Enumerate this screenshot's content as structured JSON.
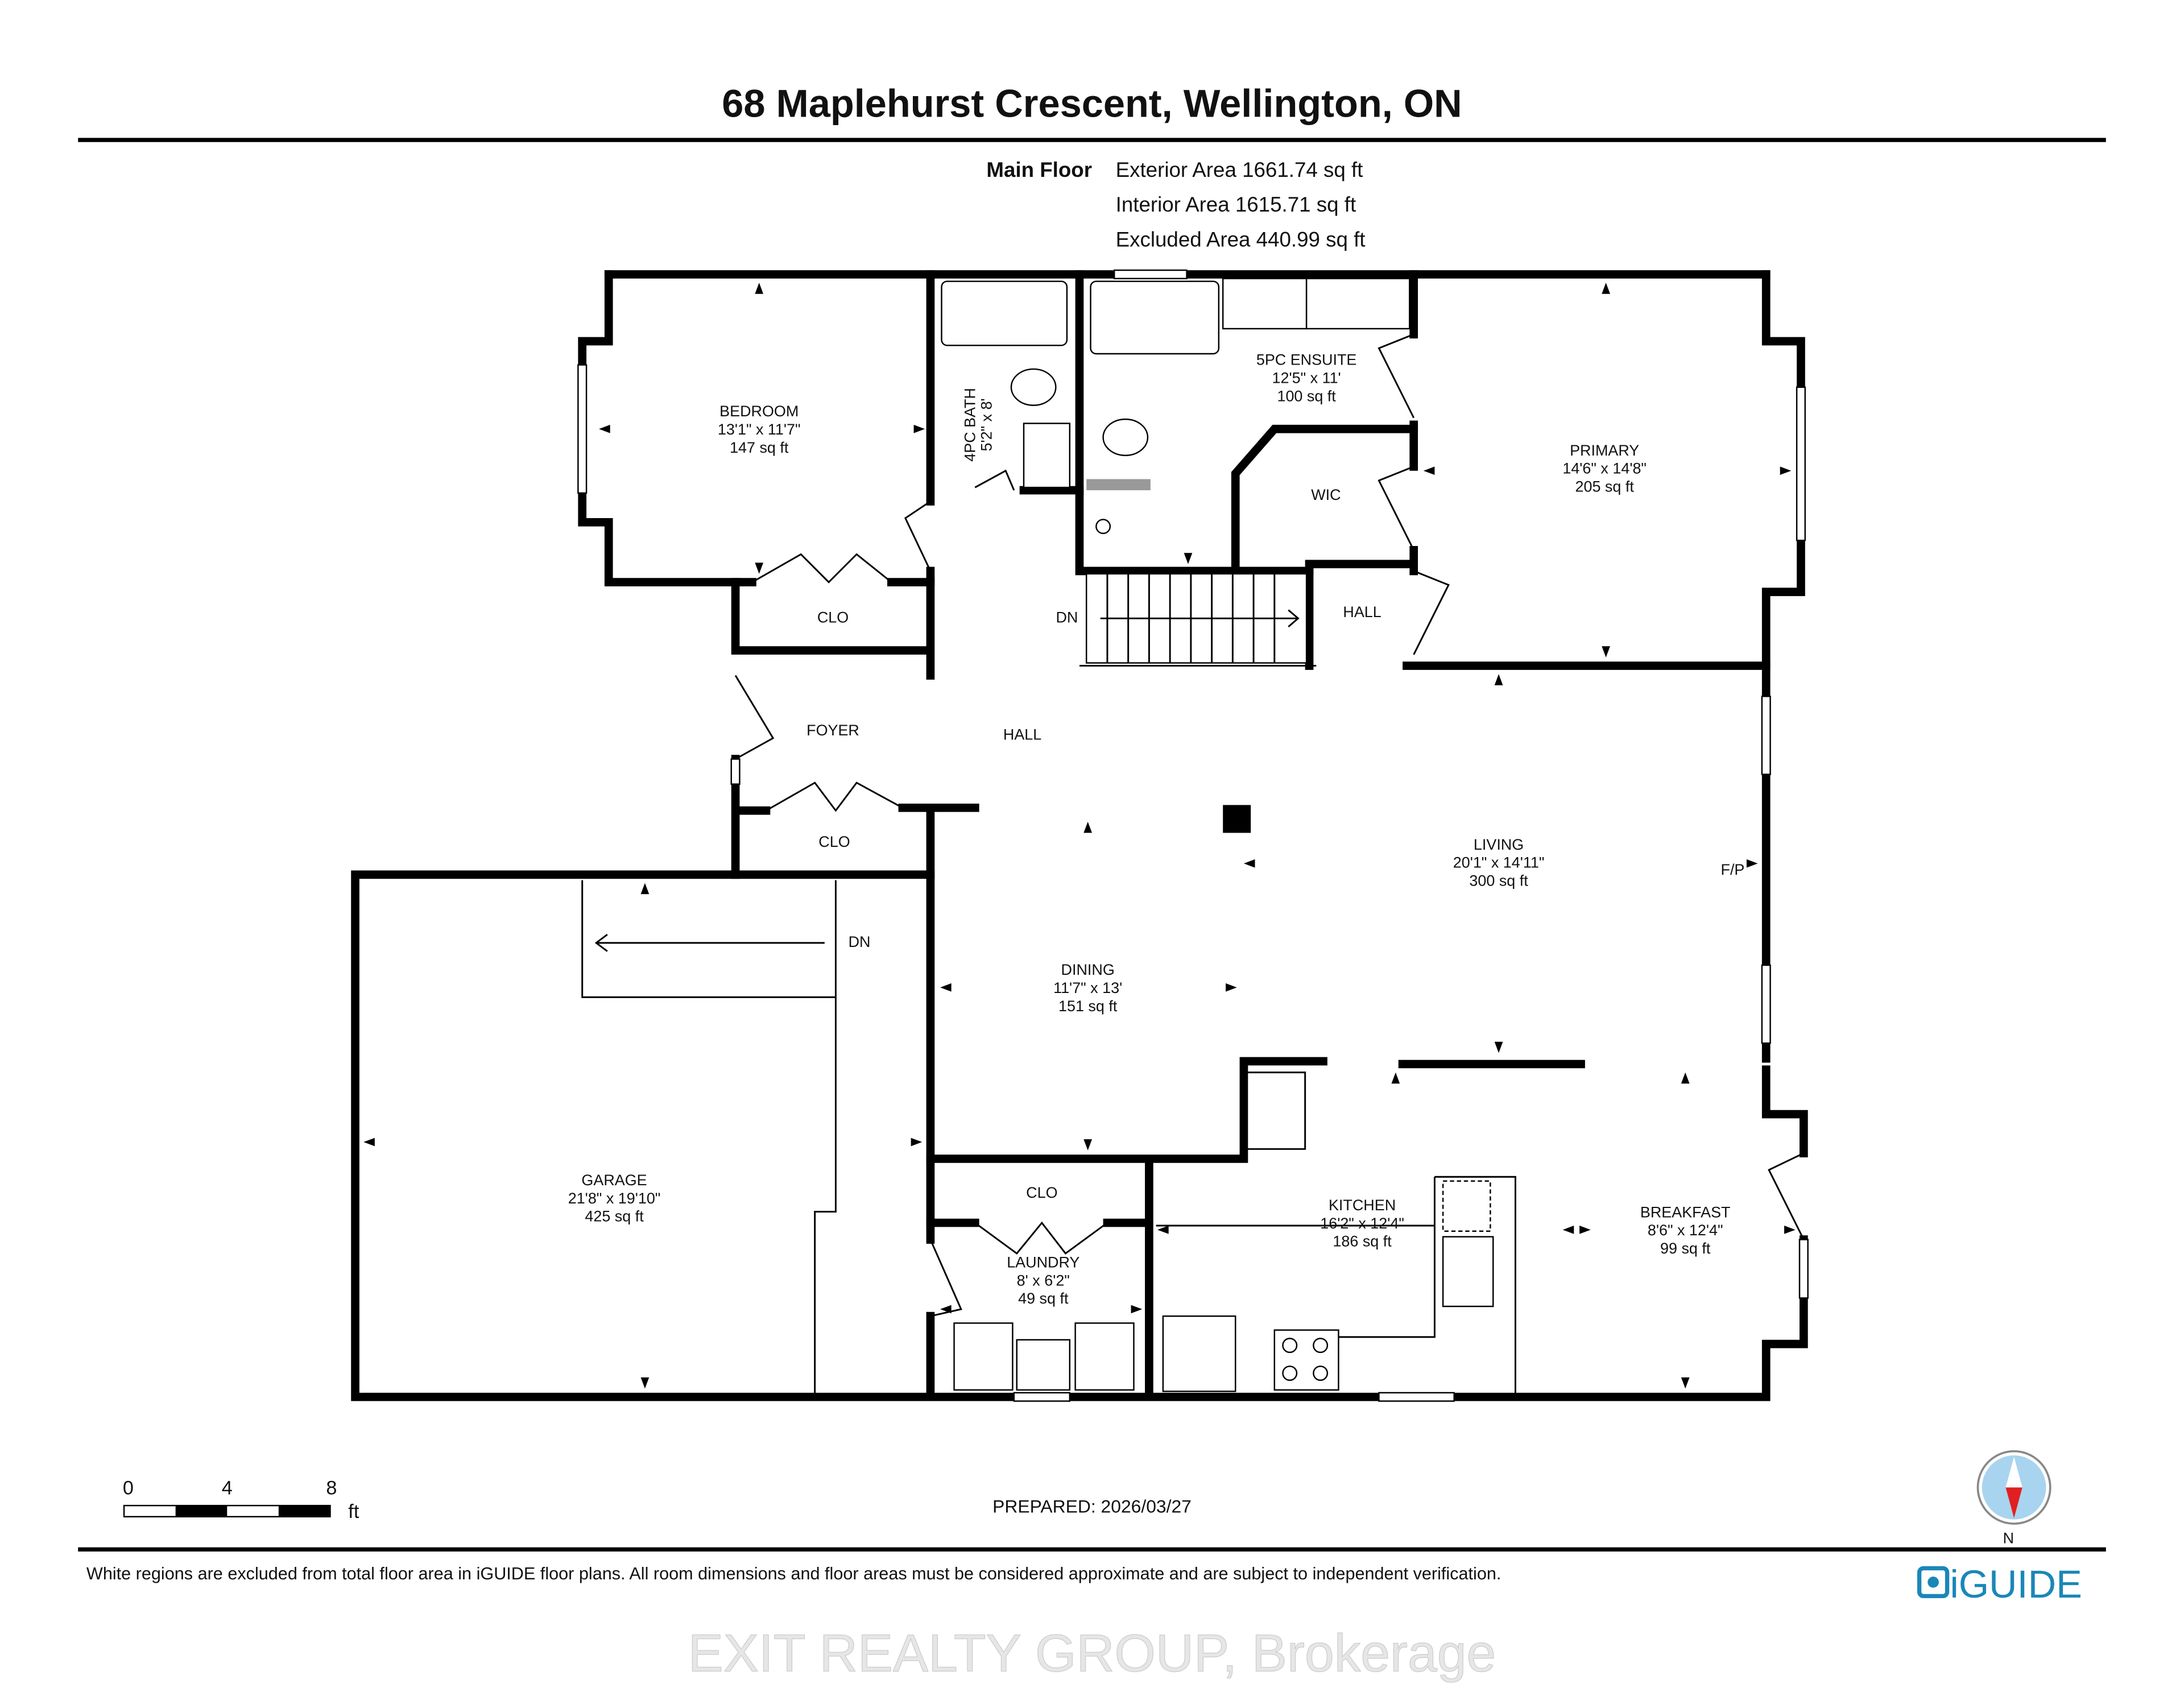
{
  "title": "68 Maplehurst Crescent, Wellington, ON",
  "floor": {
    "name": "Main Floor",
    "areas": [
      "Exterior Area 1661.74 sq ft",
      "Interior Area 1615.71 sq ft",
      "Excluded Area 440.99 sq ft"
    ]
  },
  "rooms": {
    "bedroom": {
      "name": "BEDROOM",
      "dims": "13'1\" x 11'7\"",
      "area": "147 sq ft"
    },
    "bath4": {
      "name": "4PC BATH",
      "dims": "5'2\" x 8'"
    },
    "ensuite": {
      "name": "5PC ENSUITE",
      "dims": "12'5\" x 11'",
      "area": "100 sq ft"
    },
    "primary": {
      "name": "PRIMARY",
      "dims": "14'6\" x 14'8\"",
      "area": "205 sq ft"
    },
    "wic": {
      "name": "WIC"
    },
    "clo1": {
      "name": "CLO"
    },
    "clo2": {
      "name": "CLO"
    },
    "clo3": {
      "name": "CLO"
    },
    "hall1": {
      "name": "HALL"
    },
    "hall2": {
      "name": "HALL"
    },
    "foyer": {
      "name": "FOYER"
    },
    "stairs_dn": {
      "name": "DN"
    },
    "garage_dn": {
      "name": "DN"
    },
    "living": {
      "name": "LIVING",
      "dims": "20'1\" x 14'11\"",
      "area": "300 sq ft"
    },
    "fp": {
      "name": "F/P"
    },
    "dining": {
      "name": "DINING",
      "dims": "11'7\" x 13'",
      "area": "151 sq ft"
    },
    "garage": {
      "name": "GARAGE",
      "dims": "21'8\" x 19'10\"",
      "area": "425 sq ft"
    },
    "kitchen": {
      "name": "KITCHEN",
      "dims": "16'2\" x 12'4\"",
      "area": "186 sq ft"
    },
    "breakfast": {
      "name": "BREAKFAST",
      "dims": "8'6\" x 12'4\"",
      "area": "99 sq ft"
    },
    "laundry": {
      "name": "LAUNDRY",
      "dims": "8' x 6'2\"",
      "area": "49 sq ft"
    }
  },
  "scale_bar": {
    "ticks": [
      "0",
      "4",
      "8"
    ],
    "unit": "ft"
  },
  "prepared": "PREPARED: 2026/03/27",
  "compass": {
    "label": "N",
    "needle_color": "#e02020",
    "ring_color": "#a8d4f0"
  },
  "disclaimer": "White regions are excluded from total floor area in iGUIDE floor plans. All room dimensions and floor areas must be considered approximate and are subject to independent verification.",
  "watermark": "EXIT REALTY GROUP, Brokerage",
  "logo": {
    "text": "iGUIDE",
    "color": "#1a87b8"
  }
}
